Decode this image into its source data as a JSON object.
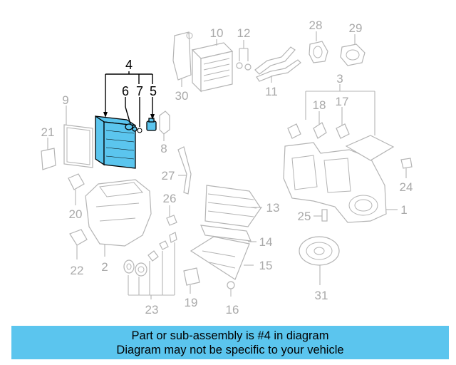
{
  "diagram": {
    "highlighted_part": "4",
    "callouts": [
      "1",
      "2",
      "3",
      "4",
      "5",
      "6",
      "7",
      "8",
      "9",
      "10",
      "11",
      "12",
      "13",
      "14",
      "15",
      "16",
      "17",
      "18",
      "19",
      "20",
      "21",
      "22",
      "23",
      "24",
      "25",
      "26",
      "27",
      "28",
      "29",
      "30",
      "31"
    ]
  },
  "banner": {
    "line1": "Part or sub-assembly is #4 in diagram",
    "line2": "Diagram may not be specific to your vehicle"
  },
  "colors": {
    "highlight": "#5bc5ee",
    "banner": "#5bc5ee",
    "line_art": "#b4b4b4"
  }
}
